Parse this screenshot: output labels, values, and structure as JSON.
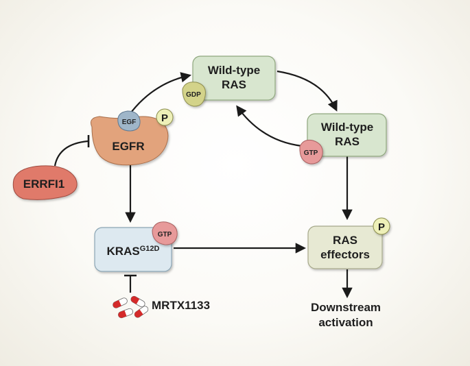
{
  "nodes": {
    "wt_ras_gdp": {
      "line1": "Wild-type",
      "line2": "RAS",
      "badge": "GDP"
    },
    "wt_ras_gtp": {
      "line1": "Wild-type",
      "line2": "RAS",
      "badge": "GTP"
    },
    "egfr": {
      "label": "EGFR",
      "ligand": "EGF",
      "phospho": "P"
    },
    "errfi1": {
      "label": "ERRFI1"
    },
    "kras": {
      "label": "KRAS",
      "superscript": "G12D",
      "badge": "GTP"
    },
    "ras_effectors": {
      "line1": "RAS",
      "line2": "effectors",
      "phospho": "P"
    },
    "downstream": {
      "line1": "Downstream",
      "line2": "activation"
    },
    "drug": {
      "label": "MRTX1133",
      "icon": "pill-capsule-icon"
    }
  },
  "colors": {
    "ras_box_fill": "#d8e6cf",
    "ras_box_stroke": "#8fa77e",
    "kras_box_fill": "#dde9f0",
    "kras_box_stroke": "#8aa4b3",
    "effector_box_fill": "#e7e9d3",
    "egfr": "#e2a37b",
    "egf": "#9fb6c9",
    "errfi1": "#e07a6b",
    "gtp": "#e79a9a",
    "gdp": "#d3d38a",
    "phospho": "#eef0b8",
    "pill_red": "#d42a2a"
  }
}
